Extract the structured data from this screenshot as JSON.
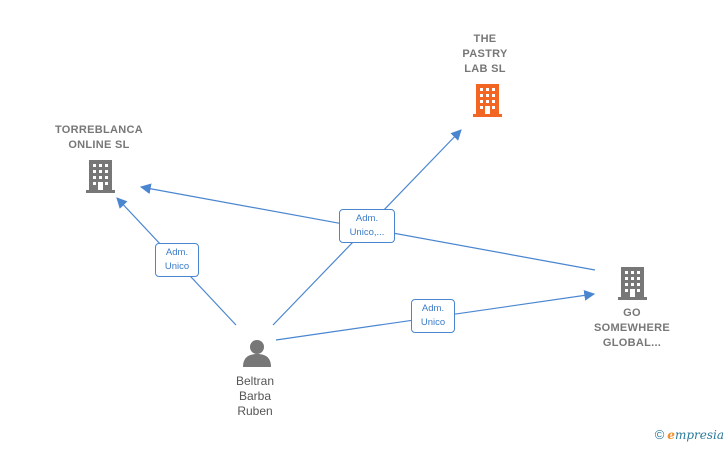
{
  "nodes": {
    "pastry_lab": {
      "lines": [
        "THE",
        "PASTRY",
        "LAB  SL"
      ],
      "color": "#f26522"
    },
    "torreblanca": {
      "lines": [
        "TORREBLANCA",
        "ONLINE  SL"
      ],
      "color": "#777777"
    },
    "go_somewhere": {
      "lines": [
        "GO",
        "SOMEWHERE",
        "GLOBAL..."
      ],
      "color": "#777777"
    },
    "person": {
      "lines": [
        "Beltran",
        "Barba",
        "Ruben"
      ],
      "color": "#777777"
    }
  },
  "edges": {
    "to_torreblanca": {
      "lines": [
        "Adm.",
        "Unico"
      ]
    },
    "to_pastry_lab": {
      "lines": [
        "Adm.",
        "Unico,..."
      ]
    },
    "to_go_somewhere": {
      "lines": [
        "Adm.",
        "Unico"
      ]
    }
  },
  "colors": {
    "edge": "#4a86d0",
    "label_border": "#4a86d0",
    "label_text": "#3a7bc8"
  },
  "footer": {
    "copyright": "©",
    "brand_e": "e",
    "brand_rest": "mpresia"
  }
}
